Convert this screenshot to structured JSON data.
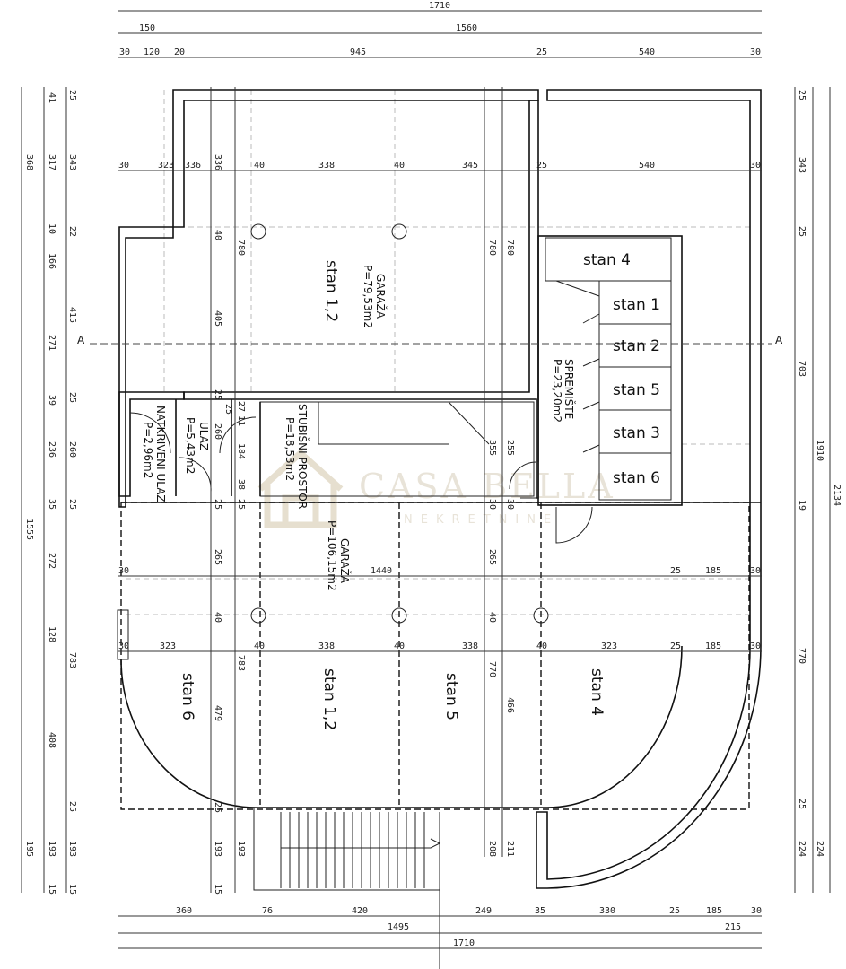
{
  "dims": {
    "top": {
      "r1": [
        "1710"
      ],
      "r2": [
        "150",
        "1560"
      ],
      "r3": [
        "30",
        "120",
        "20",
        "945",
        "25",
        "540",
        "30"
      ]
    },
    "interior_top": [
      "30",
      "323",
      "336",
      "40",
      "338",
      "40",
      "345",
      "25",
      "540",
      "30"
    ],
    "interior_mid": [
      "30",
      "1440",
      "25",
      "185",
      "30"
    ],
    "interior_low": [
      "30",
      "323",
      "40",
      "338",
      "40",
      "338",
      "40",
      "323",
      "25",
      "185",
      "30"
    ],
    "v240": [
      "336",
      "40",
      "405",
      "25",
      "260",
      "25",
      "265",
      "40",
      "479",
      "25",
      "193",
      "15"
    ],
    "v265": [
      "780",
      "783",
      "193"
    ],
    "v545": [
      "780",
      "265",
      "40",
      "770",
      "208"
    ],
    "v565": [
      "780",
      "466",
      "211"
    ],
    "small_stair": [
      "25",
      "27",
      "11",
      "184",
      "38",
      "25",
      "355",
      "255",
      "30",
      "30"
    ],
    "left_outer": [
      "368",
      "1555",
      "195"
    ],
    "left_mid": [
      "41",
      "317",
      "10",
      "166",
      "271",
      "39",
      "236",
      "35",
      "272",
      "128",
      "408",
      "193",
      "15"
    ],
    "left_inner": [
      "25",
      "343",
      "22",
      "415",
      "25",
      "260",
      "25",
      "783",
      "25",
      "193",
      "15"
    ],
    "right_inner": [
      "25",
      "343",
      "25",
      "703",
      "19",
      "770",
      "25",
      "224"
    ],
    "right_mid": [
      "1910",
      "224"
    ],
    "right_outer": [
      "2134"
    ],
    "bottom": {
      "r1": [
        "360",
        "76",
        "420",
        "249",
        "35",
        "330",
        "25",
        "185",
        "30"
      ],
      "r2": [
        "1495",
        "215"
      ],
      "r3": [
        "1710"
      ]
    }
  },
  "rooms": {
    "garage_upper": {
      "name": "GARAŽA",
      "area": "P=79,53m2"
    },
    "stan12_upper": "stan 1,2",
    "storage": {
      "name": "SPREMIŠTE",
      "area": "P=23,20m2"
    },
    "storage_units": [
      "stan 4",
      "stan 1",
      "stan 2",
      "stan 5",
      "stan 3",
      "stan 6"
    ],
    "stair": {
      "name": "STUBIŠNI PROSTOR",
      "area": "P=18,53m2"
    },
    "entry": {
      "name": "ULAZ",
      "area": "P=5,43m2"
    },
    "covered_entry": {
      "name": "NATKRIVENI ULAZ",
      "area": "P=2,96m2"
    },
    "garage_lower": {
      "name": "GARAŽA",
      "area": "P=106,15m2"
    },
    "lower_units": [
      "stan 6",
      "stan 1,2",
      "stan 5",
      "stan 4"
    ]
  },
  "section_marker": "A",
  "watermark": {
    "brand": "CASA BELLA",
    "sub": "NEKRETNINE"
  }
}
